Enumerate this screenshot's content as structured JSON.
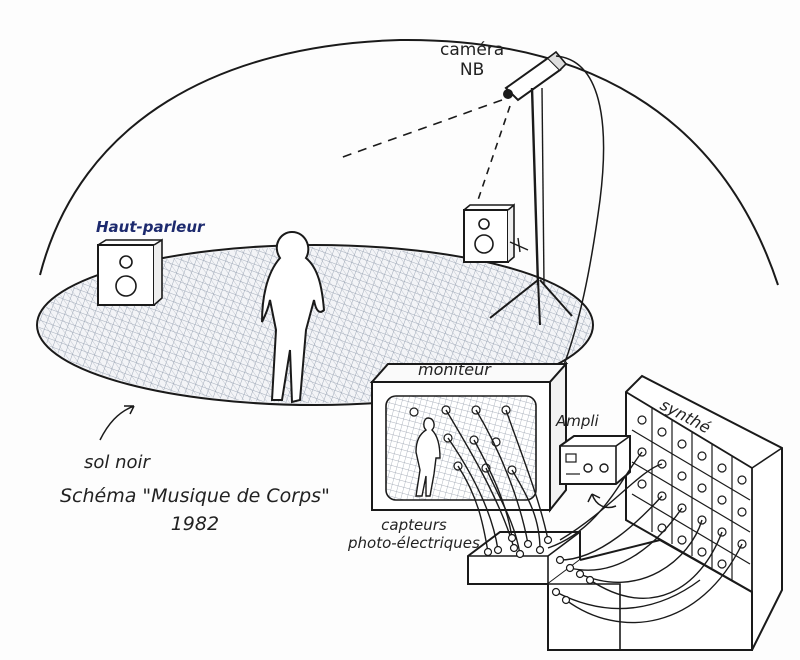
{
  "labels": {
    "camera_line1": "caméra",
    "camera_line2": "NB",
    "speaker": "Haut-parleur",
    "monitor": "moniteur",
    "amp": "Ampli",
    "synth": "synthé",
    "floor": "sol noir",
    "title_line1": "Schéma \"Musique de Corps\"",
    "title_line2": "1982",
    "sensors_line1": "capteurs",
    "sensors_line2": "photo-électriques"
  },
  "colors": {
    "ink": "#1a1a1a",
    "speaker_label": "#1d2a6e",
    "floor_hatch": "#8a96a8"
  }
}
